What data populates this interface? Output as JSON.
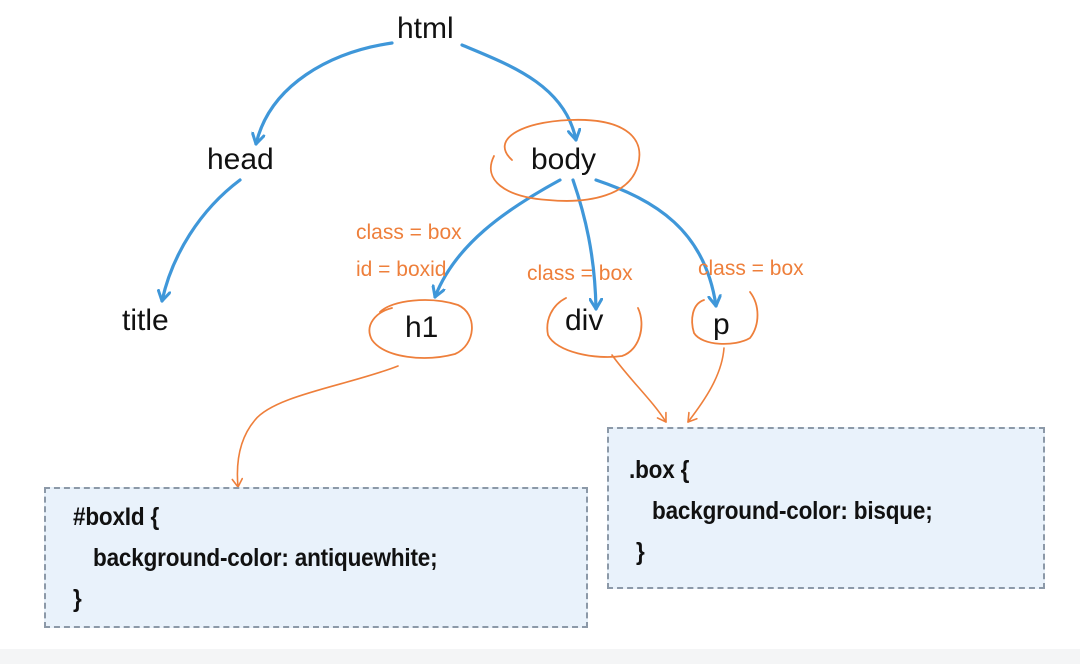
{
  "tree": {
    "nodes": {
      "html": "html",
      "head": "head",
      "body": "body",
      "title": "title",
      "h1": "h1",
      "div": "div",
      "p": "p"
    },
    "annotations": {
      "h1_class": "class = box",
      "h1_id": "id = boxid",
      "div_class": "class = box",
      "p_class": "class = box"
    }
  },
  "css_rules": {
    "id_rule": {
      "line1": "#boxId {",
      "line2": "background-color: antiquewhite;",
      "line3": "}"
    },
    "class_rule": {
      "line1": ".box {",
      "line2": "background-color: bisque;",
      "line3": "}"
    }
  },
  "colors": {
    "tree_arrow": "#3f97d9",
    "annotation": "#ee7f3b",
    "code_box_bg": "#e9f2fb",
    "code_box_border": "#8c99a8"
  }
}
